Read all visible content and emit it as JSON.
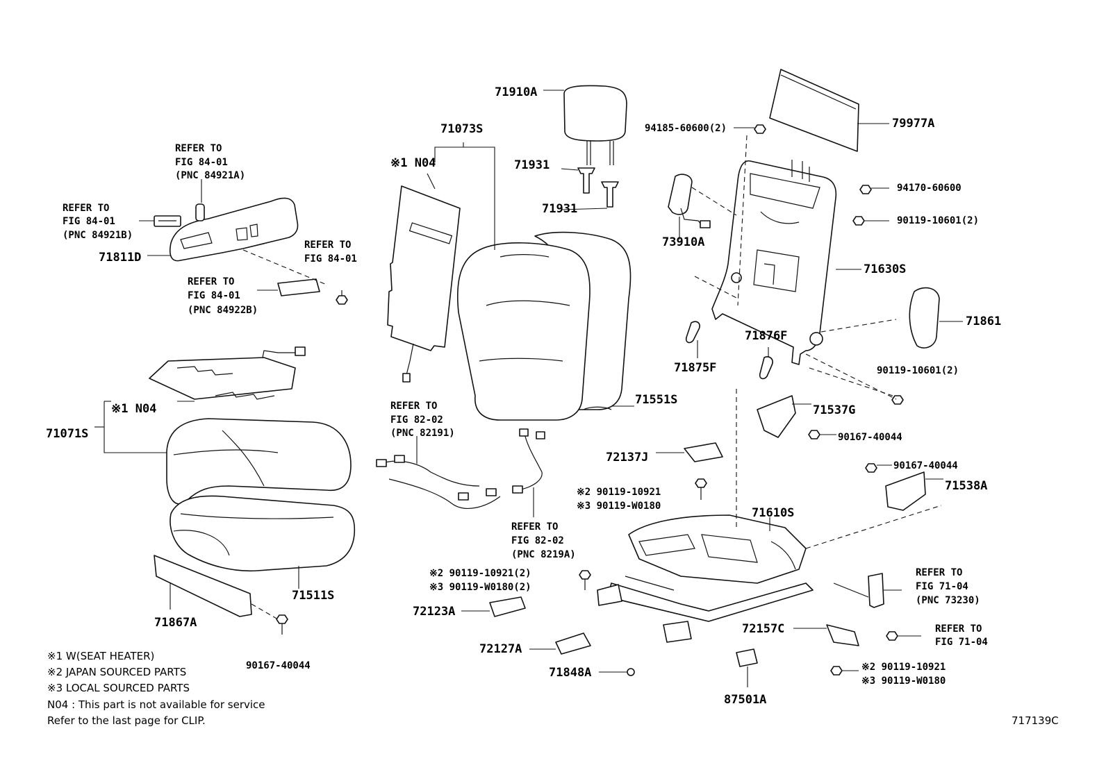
{
  "diagram_id": "717139C",
  "labels": {
    "p71910A": "71910A",
    "p71073S": "71073S",
    "p94185": "94185-60600(2)",
    "p79977A": "79977A",
    "n04_top": "※1 N04",
    "p71931a": "71931",
    "p71931b": "71931",
    "p94170": "94170-60600",
    "p90119_10601a": "90119-10601(2)",
    "p73910A": "73910A",
    "p71630S": "71630S",
    "p71811D": "71811D",
    "p71861": "71861",
    "p71876F": "71876F",
    "p71875F": "71875F",
    "p90119_10601b": "90119-10601(2)",
    "p71551S": "71551S",
    "p71537G": "71537G",
    "p90167_40044a": "90167-40044",
    "n04_mid": "※1 N04",
    "p71071S": "71071S",
    "p72137J": "72137J",
    "p90167_40044b": "90167-40044",
    "p71538A": "71538A",
    "p2_90119_10921a": "※2 90119-10921",
    "p3_90119_W0180a": "※3 90119-W0180",
    "p71610S": "71610S",
    "p2_90119_10921b": "※2 90119-10921(2)",
    "p3_90119_W0180b": "※3 90119-W0180(2)",
    "p71511S": "71511S",
    "p72123A": "72123A",
    "p71867A": "71867A",
    "p72157C": "72157C",
    "p72127A": "72127A",
    "p2_90119_10921c": "※2 90119-10921",
    "p3_90119_W0180c": "※3 90119-W0180",
    "p71848A": "71848A",
    "p90167_40044c": "90167-40044",
    "p87501A": "87501A"
  },
  "refers": {
    "r1": [
      "REFER TO",
      "FIG 84-01",
      "(PNC 84921A)"
    ],
    "r2": [
      "REFER TO",
      "FIG 84-01",
      "(PNC 84921B)"
    ],
    "r3": [
      "REFER TO",
      "FIG 84-01"
    ],
    "r4": [
      "REFER TO",
      "FIG 84-01",
      "(PNC 84922B)"
    ],
    "r5": [
      "REFER TO",
      "FIG 82-02",
      "(PNC 82191)"
    ],
    "r6": [
      "REFER TO",
      "FIG 82-02",
      "(PNC 8219A)"
    ],
    "r7": [
      "REFER TO",
      "FIG 71-04",
      "(PNC 73230)"
    ],
    "r8": [
      "REFER TO",
      "FIG 71-04"
    ]
  },
  "notes": [
    "※1 W(SEAT HEATER)",
    "※2 JAPAN SOURCED PARTS",
    "※3 LOCAL SOURCED PARTS",
    "N04 : This part is not available for service",
    "Refer to the last page for CLIP."
  ]
}
